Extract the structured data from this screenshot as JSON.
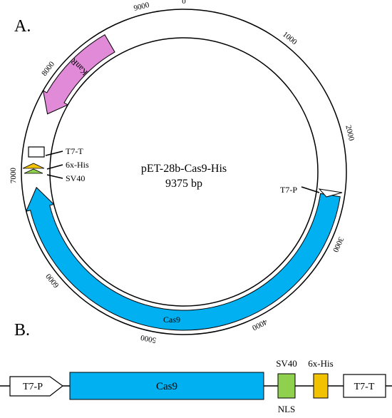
{
  "panel_a_label": "A.",
  "panel_b_label": "B.",
  "plasmid": {
    "name": "pET-28b-Cas9-His",
    "size": "9375 bp",
    "total_bp": 9375,
    "ticks": [
      {
        "bp": 0,
        "label": "0"
      },
      {
        "bp": 1000,
        "label": "1000"
      },
      {
        "bp": 2000,
        "label": "2000"
      },
      {
        "bp": 3000,
        "label": "3000"
      },
      {
        "bp": 4000,
        "label": "4000"
      },
      {
        "bp": 5000,
        "label": "5000"
      },
      {
        "bp": 6000,
        "label": "6000"
      },
      {
        "bp": 7000,
        "label": "7000"
      },
      {
        "bp": 8000,
        "label": "8000"
      },
      {
        "bp": 9000,
        "label": "9000"
      }
    ],
    "features": {
      "kanr": {
        "label": "KanR",
        "color": "#e08ad8"
      },
      "cas9": {
        "label": "Cas9",
        "color": "#00b0f0"
      },
      "t7_promoter": {
        "label": "T7-P"
      },
      "t7_terminator": {
        "label": "T7-T"
      },
      "his_tag": {
        "label": "6x-His",
        "color": "#f2c200"
      },
      "sv40": {
        "label": "SV40",
        "color": "#8fd14f"
      }
    }
  },
  "construct": {
    "t7p": "T7-P",
    "cas9": "Cas9",
    "sv40": "SV40",
    "nls": "NLS",
    "his": "6x-His",
    "t7t": "T7-T",
    "colors": {
      "cas9": "#00b0f0",
      "sv40": "#8fd14f",
      "his": "#f2c200"
    }
  }
}
